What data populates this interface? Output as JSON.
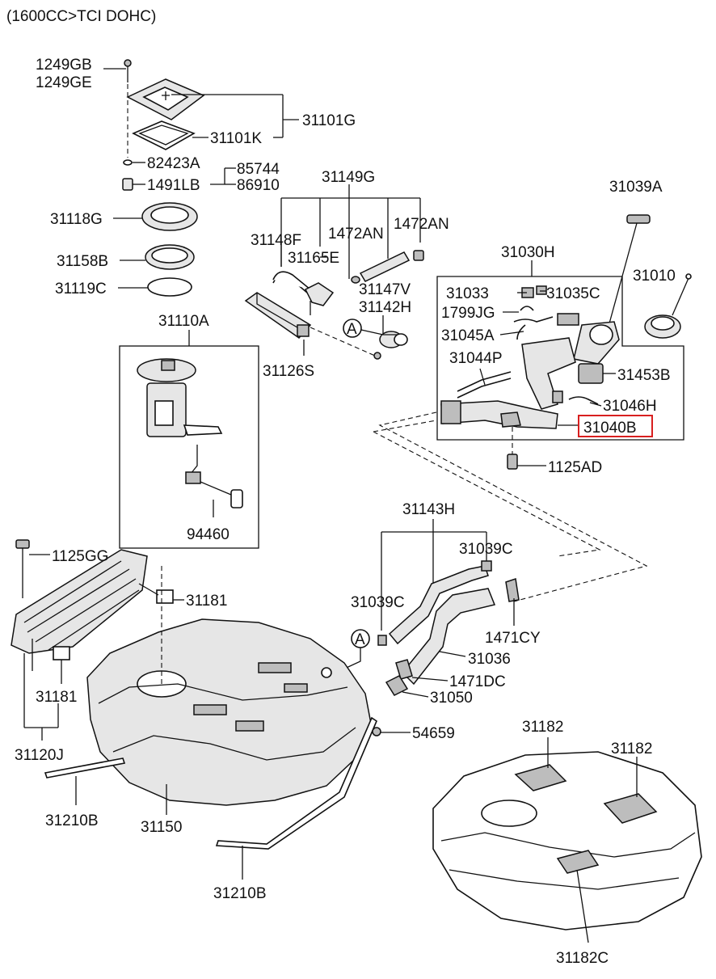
{
  "header": "(1600CC>TCI DOHC)",
  "highlight_color": "#d81f1f",
  "labels": {
    "l1249GB": "1249GB",
    "l1249GE": "1249GE",
    "l31101G": "31101G",
    "l31101K": "31101K",
    "l82423A": "82423A",
    "l1491LB": "1491LB",
    "l85744": "85744",
    "l86910": "86910",
    "l31118G": "31118G",
    "l31158B": "31158B",
    "l31119C": "31119C",
    "l31149G": "31149G",
    "l31148F": "31148F",
    "l1472AN_a": "1472AN",
    "l1472AN_b": "1472AN",
    "l31165E": "31165E",
    "l31147V": "31147V",
    "l31142H": "31142H",
    "l31126S": "31126S",
    "lA_1": "A",
    "l31039A": "31039A",
    "l31030H": "31030H",
    "l31010": "31010",
    "l31033": "31033",
    "l31035C": "31035C",
    "l1799JG": "1799JG",
    "l31045A": "31045A",
    "l31044P": "31044P",
    "l31453B": "31453B",
    "l31046H": "31046H",
    "l31040B": "31040B",
    "l1125AD": "1125AD",
    "l31110A": "31110A",
    "l94460": "94460",
    "l31143H": "31143H",
    "l31039C_a": "31039C",
    "l31039C_b": "31039C",
    "l1471CY": "1471CY",
    "lA_2": "A",
    "l31036": "31036",
    "l1471DC": "1471DC",
    "l31050": "31050",
    "l1125GG": "1125GG",
    "l31181_a": "31181",
    "l31181_b": "31181",
    "l31120J": "31120J",
    "l54659": "54659",
    "l31210B_a": "31210B",
    "l31210B_b": "31210B",
    "l31150": "31150",
    "l31182_a": "31182",
    "l31182_b": "31182",
    "l31182C": "31182C"
  }
}
